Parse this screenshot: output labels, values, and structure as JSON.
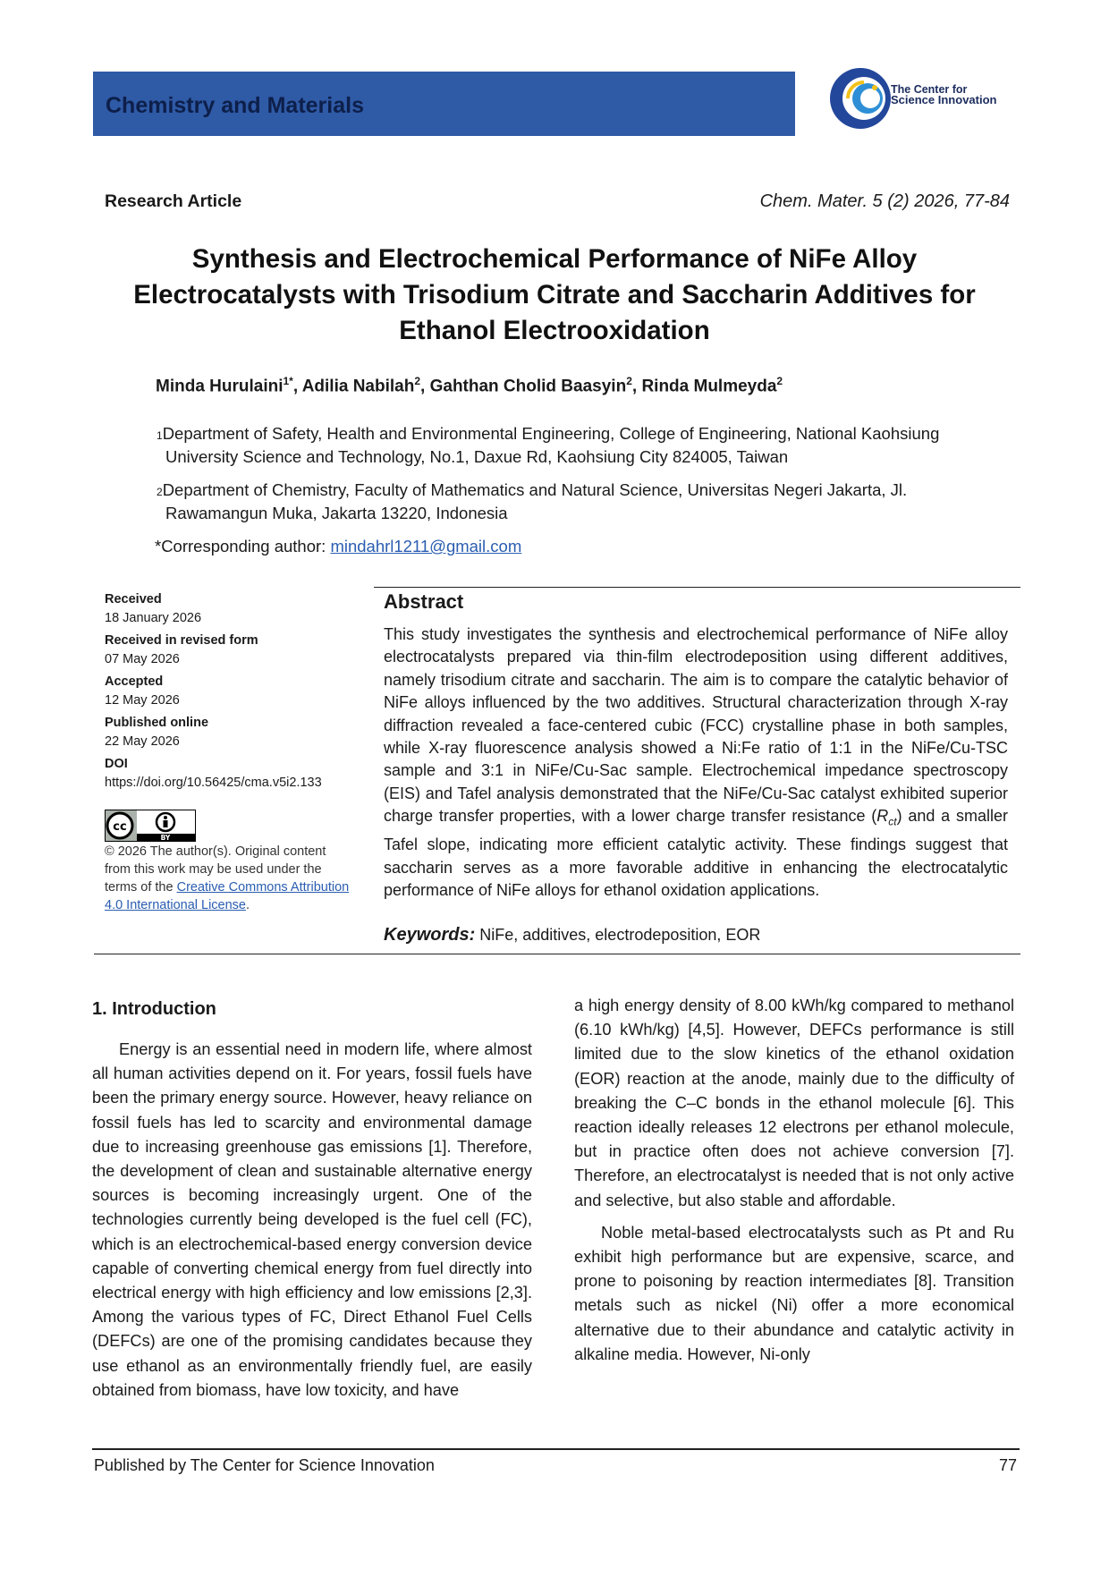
{
  "header": {
    "journal_name": "Chemistry and Materials",
    "logo_line1": "The Center for",
    "logo_line2": "Science Innovation"
  },
  "article": {
    "type": "Research Article",
    "citation": "Chem. Mater. 5 (2) 2026, 77-84",
    "title": "Synthesis and Electrochemical Performance of NiFe Alloy Electrocatalysts with Trisodium Citrate and Saccharin Additives for Ethanol Electrooxidation"
  },
  "authors": [
    {
      "name": "Minda Hurulaini",
      "sup": "1*",
      "sep": ", "
    },
    {
      "name": "Adilia Nabilah",
      "sup": "2",
      "sep": ", "
    },
    {
      "name": "Gahthan Cholid Baasyin",
      "sup": "2",
      "sep": ", "
    },
    {
      "name": "Rinda Mulmeyda",
      "sup": "2",
      "sep": ""
    }
  ],
  "affiliations": [
    {
      "num": "1",
      "line1": "Department of Safety, Health and Environmental Engineering, College of Engineering, National Kaohsiung",
      "line2": "University Science and Technology, No.1, Daxue Rd, Kaohsiung City 824005, Taiwan"
    },
    {
      "num": "2",
      "line1": "Department of Chemistry, Faculty of Mathematics and Natural Science, Universitas Negeri Jakarta, Jl.",
      "line2": "Rawamangun Muka, Jakarta 13220, Indonesia"
    }
  ],
  "corresponding": {
    "label": "*Corresponding author: ",
    "email": "mindahrl1211@gmail.com"
  },
  "history": {
    "received_label": "Received",
    "received": "18 January 2026",
    "revised_label": "Received in revised form",
    "revised": "07 May 2026",
    "accepted_label": "Accepted",
    "accepted": "12 May 2026",
    "online_label": "Published online",
    "online": "22 May 2026",
    "doi_label": "DOI",
    "doi": "https://doi.org/10.56425/cma.v5i2.133"
  },
  "license": {
    "badge_by": "BY",
    "text": "© 2026 The author(s). Original content from this work may be used under the terms of the ",
    "link": "Creative Commons Attribution 4.0 International License",
    "end": "."
  },
  "abstract": {
    "heading": "Abstract",
    "part1": "This study investigates the synthesis and electrochemical performance of NiFe alloy electrocatalysts prepared via thin-film electrodeposition using different additives, namely trisodium citrate and saccharin. The aim is to compare the catalytic behavior of NiFe alloys influenced by the two additives. Structural characterization through X-ray diffraction revealed a face-centered cubic (FCC) crystalline phase in both samples, while X-ray fluorescence analysis showed a Ni:Fe ratio of 1:1 in the NiFe/Cu-TSC sample and 3:1 in NiFe/Cu-Sac sample. Electrochemical impedance spectroscopy (EIS) and Tafel analysis demonstrated that the NiFe/Cu-Sac catalyst exhibited superior charge transfer properties, with a lower charge transfer resistance (",
    "symbol": "R",
    "symbol_sub": "ct",
    "part2": ") and a smaller Tafel slope, indicating more efficient catalytic activity. These findings suggest that saccharin serves as a more favorable additive in enhancing the electrocatalytic performance of NiFe alloys for ethanol oxidation applications.",
    "keywords_label": "Keywords:",
    "keywords": " NiFe, additives, electrodeposition, EOR"
  },
  "introduction": {
    "heading": "1.  Introduction",
    "left_paragraph": "Energy is an essential need in modern life, where almost all human activities depend on it. For years, fossil fuels have been the primary energy source. However, heavy reliance on fossil fuels has led to scarcity and environmental damage due to increasing greenhouse gas emissions [1]. Therefore, the development of clean and sustainable alternative energy sources is becoming increasingly urgent. One of the technologies currently being developed is the fuel cell (FC), which is an electrochemical-based energy conversion device capable of converting chemical energy from fuel directly into electrical energy with high efficiency and low emissions [2,3]. Among the various types of FC, Direct Ethanol Fuel Cells (DEFCs) are one of the promising candidates because they use ethanol as an environmentally friendly fuel, are easily obtained from biomass, have low toxicity, and have",
    "right_paragraph_1": "a high energy density of 8.00 kWh/kg compared to methanol (6.10 kWh/kg) [4,5]. However, DEFCs performance is still limited due to the slow kinetics of the ethanol oxidation (EOR) reaction at the anode, mainly due to the difficulty of breaking the C–C bonds in the ethanol molecule [6]. This reaction ideally releases 12 electrons per ethanol molecule, but in practice often does not achieve conversion [7]. Therefore, an electrocatalyst is needed that is not only active and selective, but also stable and affordable.",
    "right_paragraph_2": "Noble metal-based electrocatalysts such as Pt and Ru exhibit high performance but are expensive, scarce, and prone to poisoning by reaction intermediates [8]. Transition metals such as nickel (Ni) offer a more economical alternative due to their abundance and catalytic activity in alkaline media. However, Ni-only"
  },
  "footer": {
    "publisher": "Published by The Center for Science Innovation",
    "page": "77"
  }
}
